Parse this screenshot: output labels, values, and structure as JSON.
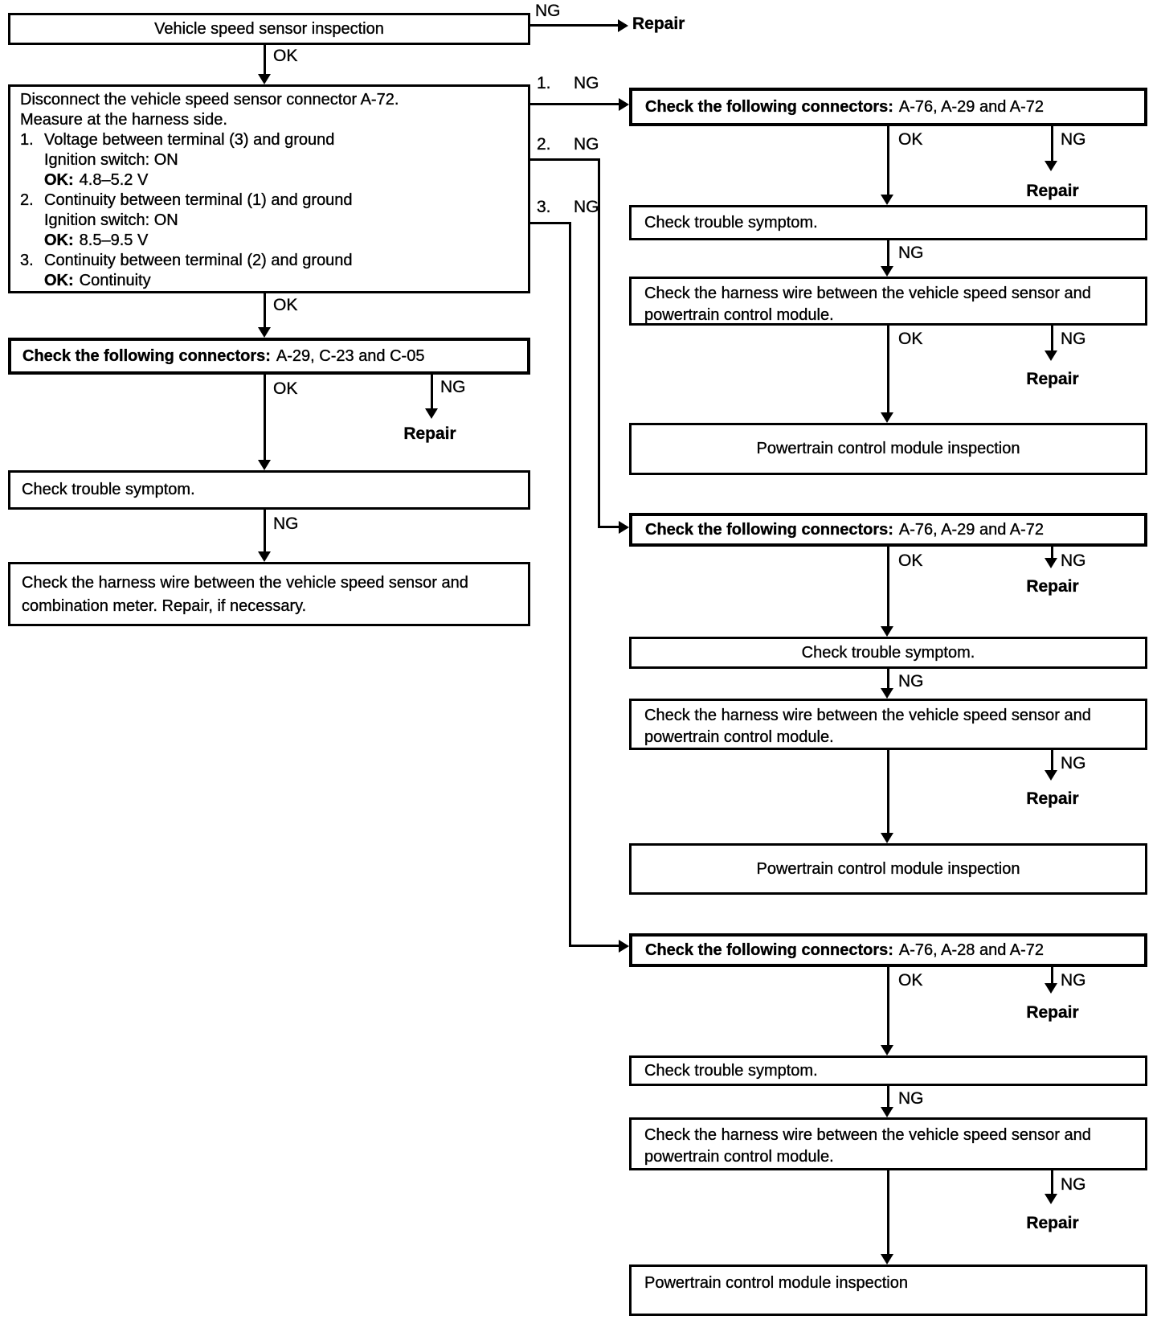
{
  "labels": {
    "ok": "OK",
    "ng": "NG",
    "repair": "Repair"
  },
  "branches": [
    {
      "num": "1.",
      "label": "NG"
    },
    {
      "num": "2.",
      "label": "NG"
    },
    {
      "num": "3.",
      "label": "NG"
    }
  ],
  "left_column": {
    "start": "Vehicle speed sensor inspection",
    "measure": {
      "line1": "Disconnect the vehicle speed sensor connector A-72.",
      "line2": "Measure at the harness side.",
      "items": [
        {
          "num": "1.",
          "text": "Voltage between terminal (3) and ground",
          "sub": "Ignition switch: ON",
          "ok_label": "OK:",
          "ok_value": "4.8–5.2 V"
        },
        {
          "num": "2.",
          "text": "Continuity between terminal (1) and ground",
          "sub": "Ignition switch: ON",
          "ok_label": "OK:",
          "ok_value": "8.5–9.5 V"
        },
        {
          "num": "3.",
          "text": "Continuity between terminal (2) and ground",
          "ok_label": "OK:",
          "ok_value": "Continuity"
        }
      ]
    },
    "connectors_prefix": "Check the following connectors:",
    "connectors_list": "A-29, C-23 and C-05",
    "trouble": "Check trouble symptom.",
    "harness": "Check the harness wire between the vehicle speed sensor and combination meter. Repair, if necessary."
  },
  "right_column": {
    "groups": [
      {
        "connectors_prefix": "Check the following connectors:",
        "connectors_list": "A-76, A-29 and A-72",
        "trouble": "Check trouble symptom.",
        "harness": "Check the harness wire between the vehicle speed sensor and powertrain control module.",
        "inspection": "Powertrain control module inspection"
      },
      {
        "connectors_prefix": "Check the following connectors:",
        "connectors_list": "A-76, A-29 and A-72",
        "trouble": "Check trouble symptom.",
        "harness": "Check the harness wire between the vehicle speed sensor and powertrain control module.",
        "inspection": "Powertrain control module inspection"
      },
      {
        "connectors_prefix": "Check the following connectors:",
        "connectors_list": "A-76, A-28 and A-72",
        "trouble": "Check trouble symptom.",
        "harness": "Check the harness wire between the vehicle speed sensor and powertrain control module.",
        "inspection": "Powertrain control module inspection"
      }
    ]
  },
  "colors": {
    "ink": "#000000",
    "paper": "#ffffff"
  }
}
